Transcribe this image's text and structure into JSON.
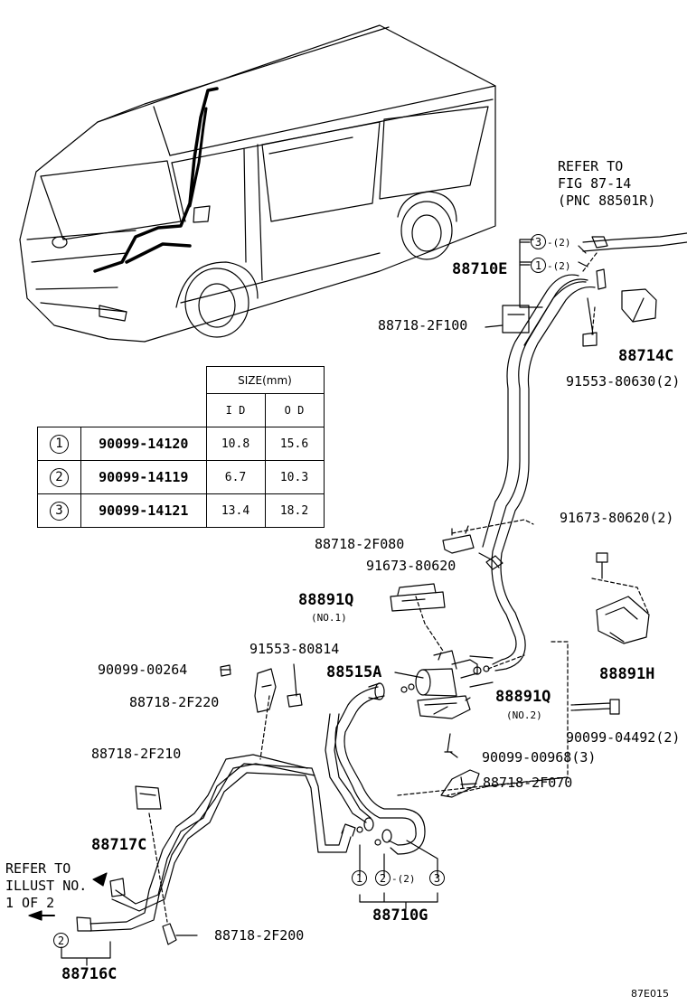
{
  "labels": {
    "refer_fig": "REFER TO",
    "refer_fig2": "FIG 87-14",
    "refer_fig3": "(PNC 88501R)",
    "p88710E": "88710E",
    "c3": "3",
    "c1": "1",
    "c2": "2",
    "q2": "-(2)",
    "p88718_2F100": "88718-2F100",
    "p88714C": "88714C",
    "p91553_80630": "91553-80630(2)",
    "p91673_80620a": "91673-80620(2)",
    "p88718_2F080": "88718-2F080",
    "p91673_80620b": "91673-80620",
    "p88891Q_1": "88891Q",
    "no1": "(NO.1)",
    "p91553_80814": "91553-80814",
    "p90099_00264": "90099-00264",
    "p88515A": "88515A",
    "p88891Q_2": "88891Q",
    "no2": "(NO.2)",
    "p88891H": "88891H",
    "p88718_2F220": "88718-2F220",
    "p90099_04492": "90099-04492(2)",
    "p90099_00968": "90099-00968(3)",
    "p88718_2F210": "88718-2F210",
    "p88718_2F070": "88718-2F070",
    "p88717C": "88717C",
    "refer_illust": "REFER TO",
    "refer_illust2": "ILLUST NO.",
    "refer_illust3": "1 OF 2",
    "p88710G": "88710G",
    "p88718_2F200": "88718-2F200",
    "p88716C": "88716C",
    "fig_code": "87E015"
  },
  "size_table": {
    "header": "SIZE(mm)",
    "col_id": "I D",
    "col_od": "O D",
    "rows": [
      {
        "no": "1",
        "part": "90099-14120",
        "id": "10.8",
        "od": "15.6"
      },
      {
        "no": "2",
        "part": "90099-14119",
        "id": "6.7",
        "od": "10.3"
      },
      {
        "no": "3",
        "part": "90099-14121",
        "id": "13.4",
        "od": "18.2"
      }
    ]
  }
}
